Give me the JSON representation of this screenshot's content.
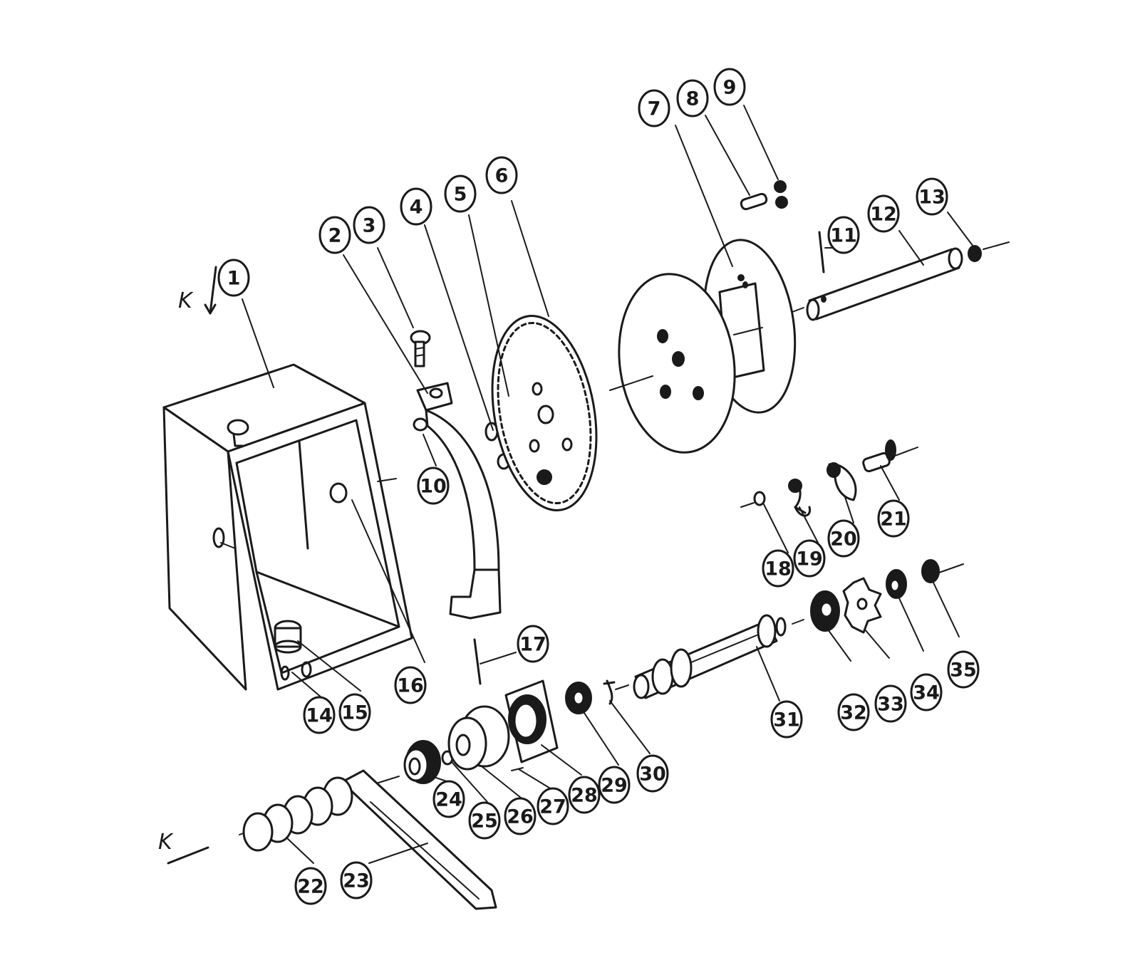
{
  "colors": {
    "ink": "#1a1a1a",
    "background": "#ffffff"
  },
  "view_labels": [
    "K",
    "K"
  ],
  "callouts": [
    "1",
    "2",
    "3",
    "4",
    "5",
    "6",
    "7",
    "8",
    "9",
    "10",
    "11",
    "12",
    "13",
    "14",
    "15",
    "16",
    "17",
    "18",
    "19",
    "20",
    "21",
    "22",
    "23",
    "24",
    "25",
    "26",
    "27",
    "28",
    "29",
    "30",
    "31",
    "32",
    "33",
    "34",
    "35"
  ]
}
